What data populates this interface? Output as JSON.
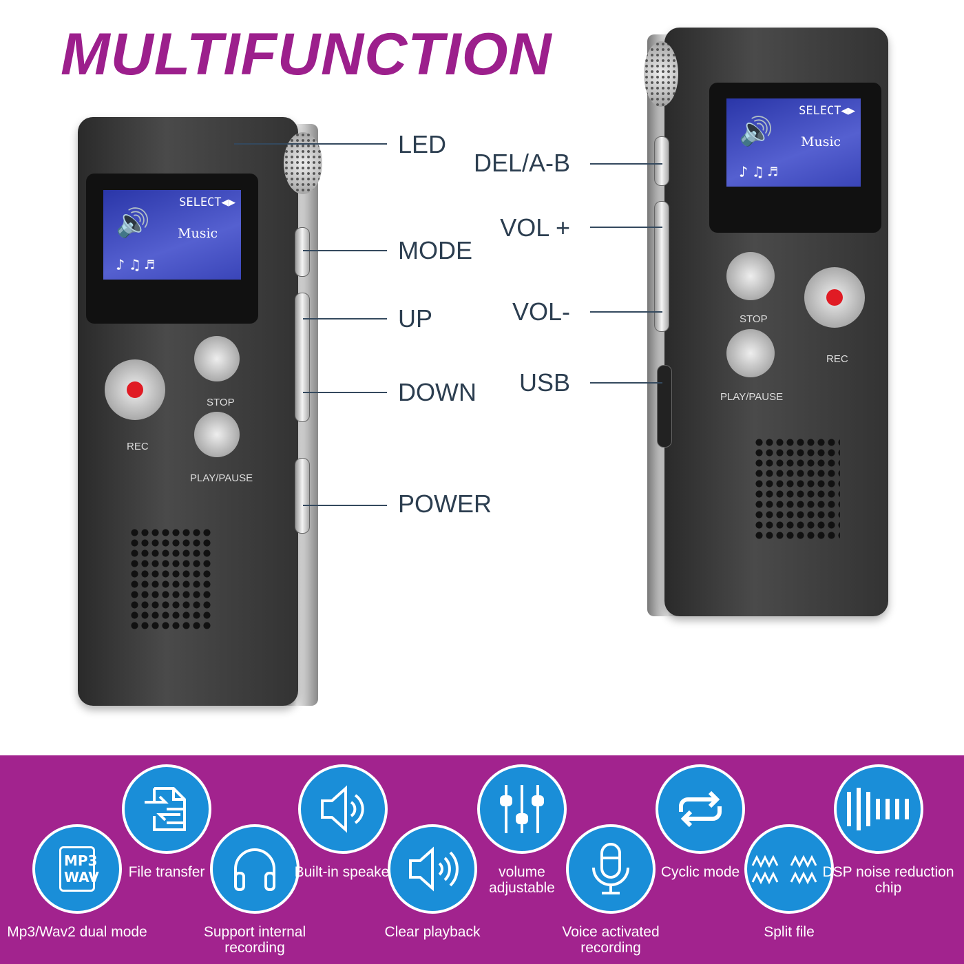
{
  "title": "MULTIFUNCTION",
  "left_callouts": [
    "LED",
    "MODE",
    "UP",
    "DOWN",
    "POWER"
  ],
  "right_callouts": [
    "DEL/A-B",
    "VOL +",
    "VOL-",
    "USB"
  ],
  "device": {
    "screen_select": "SELECT◀▶",
    "screen_mode": "Music",
    "rec_label": "REC",
    "stop_label": "STOP",
    "play_label": "PLAY/PAUSE"
  },
  "features": [
    {
      "label": "Mp3/Wav2 dual mode",
      "icon": "mp3-wav-icon",
      "icon_text": "MP3 WAV"
    },
    {
      "label": "File transfer",
      "icon": "file-transfer-icon"
    },
    {
      "label": "Support internal recording",
      "icon": "headphones-icon"
    },
    {
      "label": "Built-in speaker",
      "icon": "speaker-icon"
    },
    {
      "label": "Clear playback",
      "icon": "playback-icon"
    },
    {
      "label": "volume adjustable",
      "icon": "sliders-icon"
    },
    {
      "label": "Voice activated recording",
      "icon": "microphone-icon"
    },
    {
      "label": "Cyclic mode",
      "icon": "repeat-icon"
    },
    {
      "label": "Split file",
      "icon": "waves-icon"
    },
    {
      "label": "DSP noise reduction chip",
      "icon": "soundbars-icon"
    }
  ],
  "colors": {
    "band": "#a2238e",
    "circle": "#1a8ed8",
    "title": "#9c1f8c"
  }
}
